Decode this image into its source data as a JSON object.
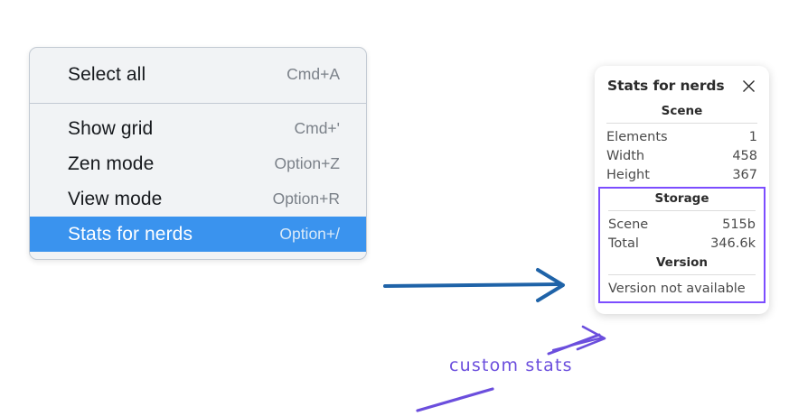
{
  "menu": {
    "groups": [
      {
        "items": [
          {
            "label": "Select all",
            "shortcut": "Cmd+A",
            "selected": false
          }
        ]
      },
      {
        "items": [
          {
            "label": "Show grid",
            "shortcut": "Cmd+'",
            "selected": false
          },
          {
            "label": "Zen mode",
            "shortcut": "Option+Z",
            "selected": false
          },
          {
            "label": "View mode",
            "shortcut": "Option+R",
            "selected": false
          },
          {
            "label": "Stats for nerds",
            "shortcut": "Option+/",
            "selected": true
          }
        ]
      }
    ],
    "highlight_color": "#3a93ee",
    "background_color": "#f1f3f5"
  },
  "stats_panel": {
    "title": "Stats for nerds",
    "close_icon": "close-icon",
    "scene": {
      "heading": "Scene",
      "rows": [
        {
          "key": "Elements",
          "value": "1"
        },
        {
          "key": "Width",
          "value": "458"
        },
        {
          "key": "Height",
          "value": "367"
        }
      ]
    },
    "storage": {
      "heading": "Storage",
      "rows": [
        {
          "key": "Scene",
          "value": "515b"
        },
        {
          "key": "Total",
          "value": "346.6k"
        }
      ]
    },
    "version": {
      "heading": "Version",
      "text": "Version not available"
    },
    "highlight_border_color": "#7c4dff"
  },
  "annotations": {
    "custom_stats_label": "custom stats",
    "purple_color": "#6b4edd",
    "blue_arrow_color": "#1f63a8"
  }
}
